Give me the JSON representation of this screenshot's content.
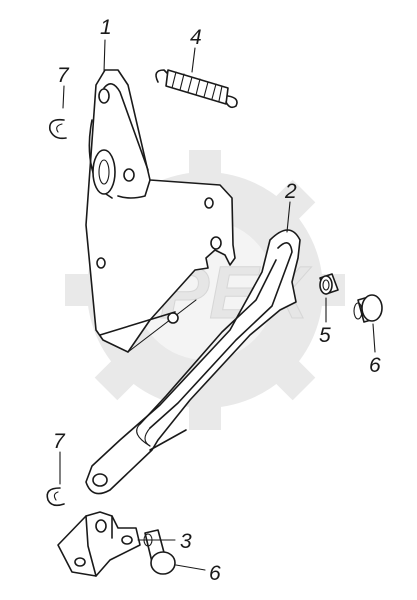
{
  "watermark": {
    "text": "OPEX"
  },
  "callouts": [
    {
      "id": "c1",
      "label": "1"
    },
    {
      "id": "c2",
      "label": "2"
    },
    {
      "id": "c3",
      "label": "3"
    },
    {
      "id": "c4",
      "label": "4"
    },
    {
      "id": "c5",
      "label": "5"
    },
    {
      "id": "c6a",
      "label": "6"
    },
    {
      "id": "c6b",
      "label": "6"
    },
    {
      "id": "c7a",
      "label": "7"
    },
    {
      "id": "c7b",
      "label": "7"
    }
  ]
}
